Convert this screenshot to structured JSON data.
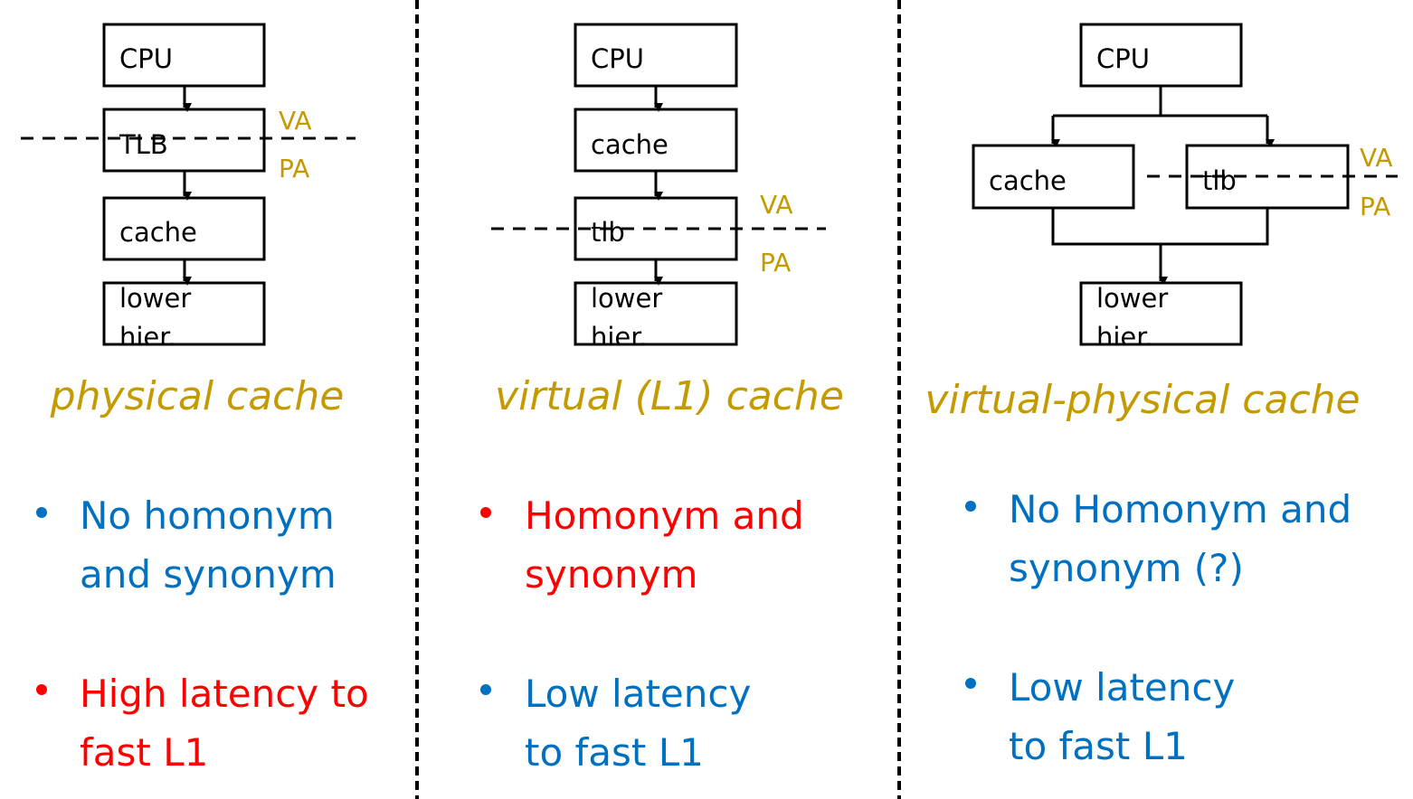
{
  "colors": {
    "accent": "#C49A00",
    "blue": "#0070C0",
    "red": "#FF0000"
  },
  "panels": [
    {
      "title": "physical cache",
      "boxes": [
        "CPU",
        "TLB",
        "cache",
        "lower",
        "hier."
      ],
      "va": "VA",
      "pa": "PA",
      "bullets": [
        {
          "lines": [
            "No homonym",
            "and synonym"
          ],
          "color": "blue"
        },
        {
          "lines": [
            "High latency to",
            "fast L1"
          ],
          "color": "red"
        }
      ]
    },
    {
      "title": "virtual (L1) cache",
      "boxes": [
        "CPU",
        "cache",
        "tlb",
        "lower",
        "hier."
      ],
      "va": "VA",
      "pa": "PA",
      "bullets": [
        {
          "lines": [
            "Homonym and",
            "synonym"
          ],
          "color": "red"
        },
        {
          "lines": [
            "Low latency",
            "to fast L1"
          ],
          "color": "blue"
        }
      ]
    },
    {
      "title": "virtual-physical cache",
      "boxes": [
        "CPU",
        "cache",
        "tlb",
        "lower",
        "hier."
      ],
      "va": "VA",
      "pa": "PA",
      "bullets": [
        {
          "lines": [
            "No Homonym and",
            "synonym (?)"
          ],
          "color": "blue"
        },
        {
          "lines": [
            "Low latency",
            "to fast L1"
          ],
          "color": "blue"
        }
      ]
    }
  ]
}
